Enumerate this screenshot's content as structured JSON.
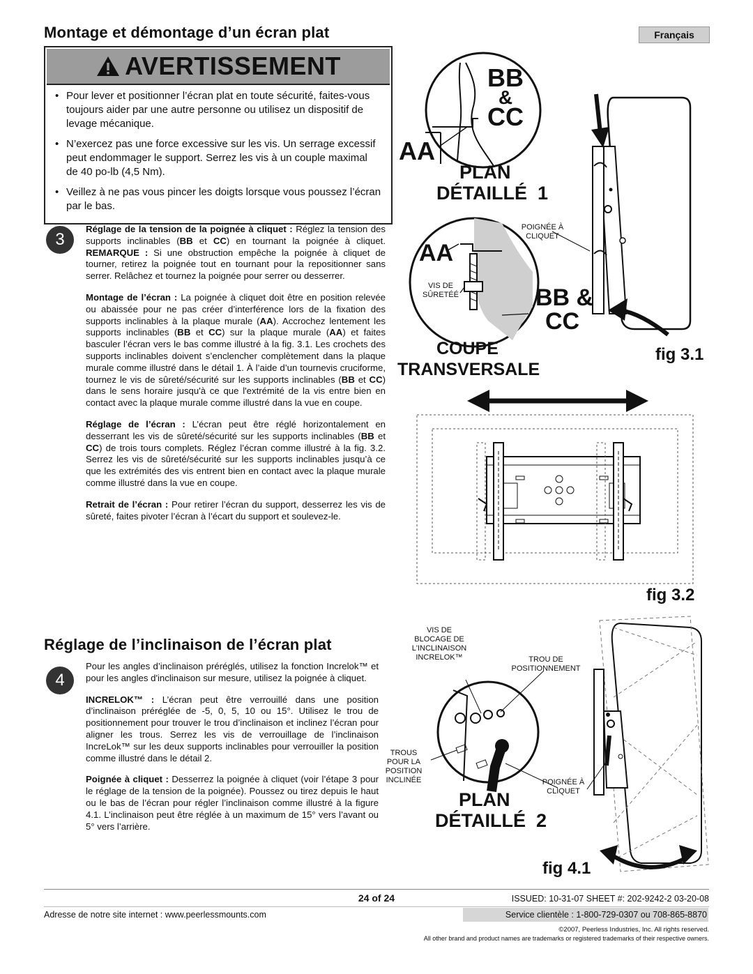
{
  "header": {
    "title": "Montage et démontage d’un écran plat",
    "language": "Français"
  },
  "warning": {
    "title": "AVERTISSEMENT",
    "items": [
      "Pour lever et positionner l’écran plat en toute sécurité, faites-vous toujours aider par une autre personne ou utilisez un dispositif de levage mécanique.",
      "N’exercez pas une force excessive sur les vis. Un serrage excessif peut endommager le support. Serrez les vis à un couple maximal de 40 po-lb (4,5 Nm).",
      "Veillez à ne pas vous pincer les doigts lorsque vous poussez l’écran par le bas."
    ]
  },
  "step3": {
    "number": "3",
    "p1_bold": "Réglage de la tension de la poignée à cliquet :",
    "p1_a": " Réglez la tension des supports inclinables (",
    "p1_bb": "BB",
    "p1_et": " et ",
    "p1_cc": "CC",
    "p1_b": ") en tournant la poignée à cliquet. ",
    "p1_rem": "REMARQUE :",
    "p1_c": " Si une obstruction empêche la poignée à cliquet de tourner, retirez la poignée tout en tournant pour la repositionner sans serrer. Relâchez et tournez la poignée pour serrer ou desserrer.",
    "p2_bold": "Montage de l’écran :",
    "p2_a": " La poignée à cliquet doit être en position relevée ou abaissée pour ne pas créer d’interférence lors de la fixation des supports inclinables à la plaque murale (",
    "p2_aa": "AA",
    "p2_b": "). Accrochez lentement les supports inclinables (",
    "p2_bb": "BB",
    "p2_et": " et ",
    "p2_cc": "CC",
    "p2_c": ") sur la plaque murale (",
    "p2_aa2": "AA",
    "p2_d": ") et faites basculer l’écran vers le bas comme illustré à la fig. 3.1. Les crochets des supports inclinables doivent s’enclencher complètement dans la plaque murale comme illustré dans le détail 1. À l’aide d’un tournevis cruciforme, tournez le vis de sûreté/sécurité sur les supports inclinables (",
    "p2_bb2": "BB",
    "p2_et2": " et ",
    "p2_cc2": "CC",
    "p2_e": ") dans le sens horaire jusqu'à ce que l'extrémité de la vis entre bien en contact avec la plaque murale comme illustré dans la vue en coupe.",
    "p3_bold": "Réglage de l’écran :",
    "p3_a": " L’écran peut être réglé horizontalement en desserrant les vis de sûreté/sécurité sur les supports inclinables (",
    "p3_bb": "BB",
    "p3_et": " et ",
    "p3_cc": "CC",
    "p3_b": ") de trois tours complets. Réglez l’écran comme illustré à la fig. 3.2. Serrez les vis de sûreté/sécurité sur les supports inclinables jusqu’à ce que les extrémités des vis entrent bien en contact avec la plaque murale comme illustré dans la vue en coupe.",
    "p4_bold": "Retrait de l’écran :",
    "p4_a": " Pour retirer l’écran du support, desserrez les vis de sûreté, faites pivoter l’écran à l’écart du support et soulevez-le."
  },
  "section2": {
    "title": "Réglage de l’inclinaison de l’écran plat"
  },
  "step4": {
    "number": "4",
    "intro": "Pour les angles d’inclinaison préréglés, utilisez la fonction Increlok™ et pour les angles d'inclinaison sur mesure, utilisez la poignée à cliquet.",
    "p1_bold": "INCRELOK™ :",
    "p1_a": " L’écran peut être verrouillé dans une position d’inclinaison préréglée de -5, 0, 5, 10 ou 15°. Utilisez le trou de positionnement pour trouver le trou d’inclinaison et inclinez l’écran pour aligner les trous. Serrez les vis de verrouillage de l’inclinaison IncreLok™ sur les deux supports inclinables pour verrouiller la position comme illustré dans le détail 2.",
    "p2_bold": "Poignée à cliquet :",
    "p2_a": " Desserrez la poignée à cliquet (voir l’étape 3 pour le réglage de la tension de la poignée). Poussez ou tirez depuis le haut ou le bas de l’écran pour régler l’inclinaison comme illustré à la figure 4.1. L’inclinaison peut être réglée à un maximum de 15° vers l’avant ou 5° vers l’arrière."
  },
  "fig31": {
    "bb_cc_line1": "BB",
    "amp": "&",
    "bb_cc_line2": "CC",
    "aa1": "AA",
    "plan": "PLAN",
    "detail1": "DÉTAILLÉ  1",
    "poignee": "POIGNÉE À",
    "cliquet": "CLIQUET",
    "aa2": "AA",
    "vis1": "VIS DE",
    "vis2": "SÛRETÉÉ",
    "bbcc2a": "BB &",
    "bbcc2b": "CC",
    "coupe": "COUPE",
    "transversale": "TRANSVERSALE",
    "label": "fig 3.1"
  },
  "fig32": {
    "label": "fig 3.2"
  },
  "fig41": {
    "vis1": "VIS DE",
    "vis2": "BLOCAGE DE",
    "vis3": "L'INCLINAISON",
    "vis4": "INCRELOK™",
    "trou1": "TROU DE",
    "trou2": "POSITIONNEMENT",
    "trous1": "TROUS",
    "trous2": "POUR LA",
    "trous3": "POSITION",
    "trous4": "INCLINÉE",
    "poignee": "POIGNÉE À",
    "cliquet": "CLIQUET",
    "plan": "PLAN",
    "detail2": "DÉTAILLÉ  2",
    "label": "fig 4.1"
  },
  "footer": {
    "page": "24 of 24",
    "issued": "ISSUED: 10-31-07  SHEET #: 202-9242-2 03-20-08",
    "website": "Adresse de notre site internet : www.peerlessmounts.com",
    "service": "Service clientèle : 1-800-729-0307 ou 708-865-8870",
    "copyright": "©2007, Peerless Industries, Inc. All rights reserved.",
    "trademarks": "All other brand and product names are trademarks or registered trademarks of their respective owners."
  }
}
